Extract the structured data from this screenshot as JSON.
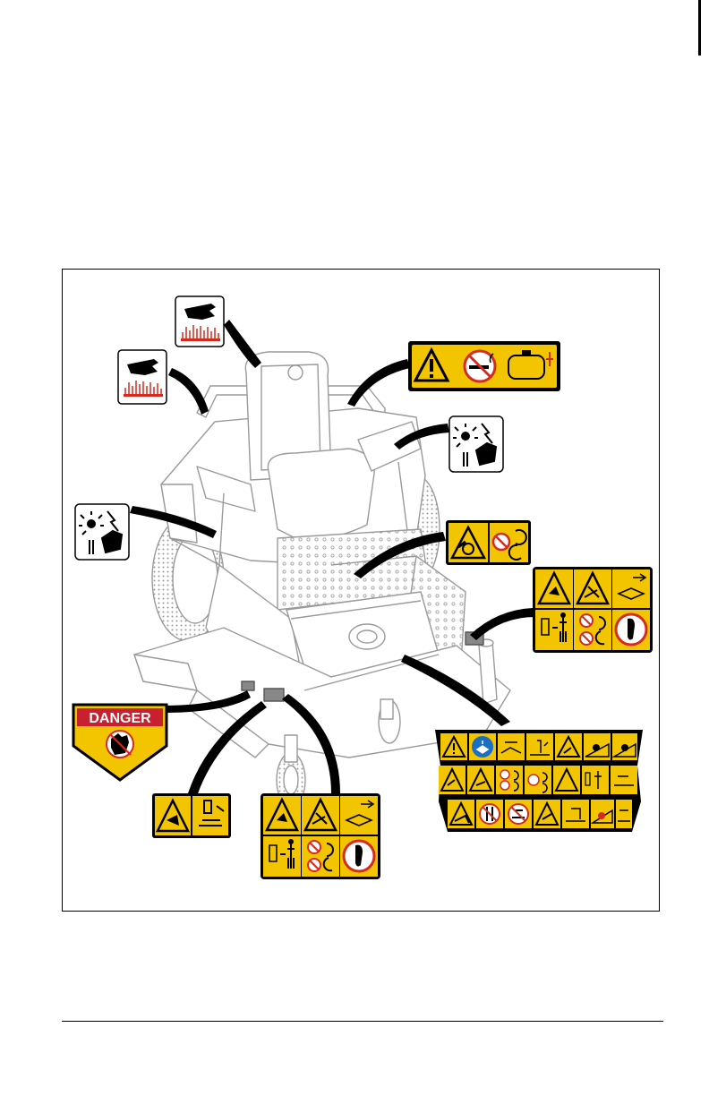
{
  "figure": {
    "danger_label": "DANGER",
    "colors": {
      "decal_yellow": "#f2c500",
      "danger_red": "#c8202f",
      "prohibit_red": "#d42a1f",
      "mandatory_blue": "#1a6fc4",
      "machine_line": "#9a9a9a"
    },
    "decals": [
      {
        "name": "cut-hand-decal-seat-left",
        "icons": [
          "hand-icon",
          "blade-heat-icon"
        ]
      },
      {
        "name": "cut-hand-decal-rops-left",
        "icons": [
          "hand-icon",
          "blade-heat-icon"
        ]
      },
      {
        "name": "fuel-warning-decal",
        "icons": [
          "warning-triangle-icon",
          "no-smoking-icon",
          "fuel-tank-icon"
        ]
      },
      {
        "name": "fan-hand-decal-right",
        "icons": [
          "fan-entanglement-icon"
        ]
      },
      {
        "name": "fan-hand-decal-left",
        "icons": [
          "fan-entanglement-icon"
        ]
      },
      {
        "name": "belt-warning-decal",
        "icons": [
          "entanglement-icon",
          "rotating-parts-icon"
        ]
      },
      {
        "name": "deck-warning-decal-right",
        "icons": [
          "thrown-object-icon",
          "read-manual-icon",
          "stop-icon"
        ]
      },
      {
        "name": "danger-hand-decal",
        "icons": [
          "hand-cut-icon"
        ]
      },
      {
        "name": "foot-warning-decal",
        "icons": [
          "warning-triangle-icon",
          "foot-icon"
        ]
      },
      {
        "name": "deck-warning-decal-left",
        "icons": [
          "thrown-object-icon",
          "read-manual-icon",
          "stop-icon"
        ]
      },
      {
        "name": "operation-safety-decal",
        "icons": [
          "warning-triangle-icon",
          "read-manual-icon",
          "slope-icon",
          "rollover-icon"
        ]
      }
    ]
  }
}
